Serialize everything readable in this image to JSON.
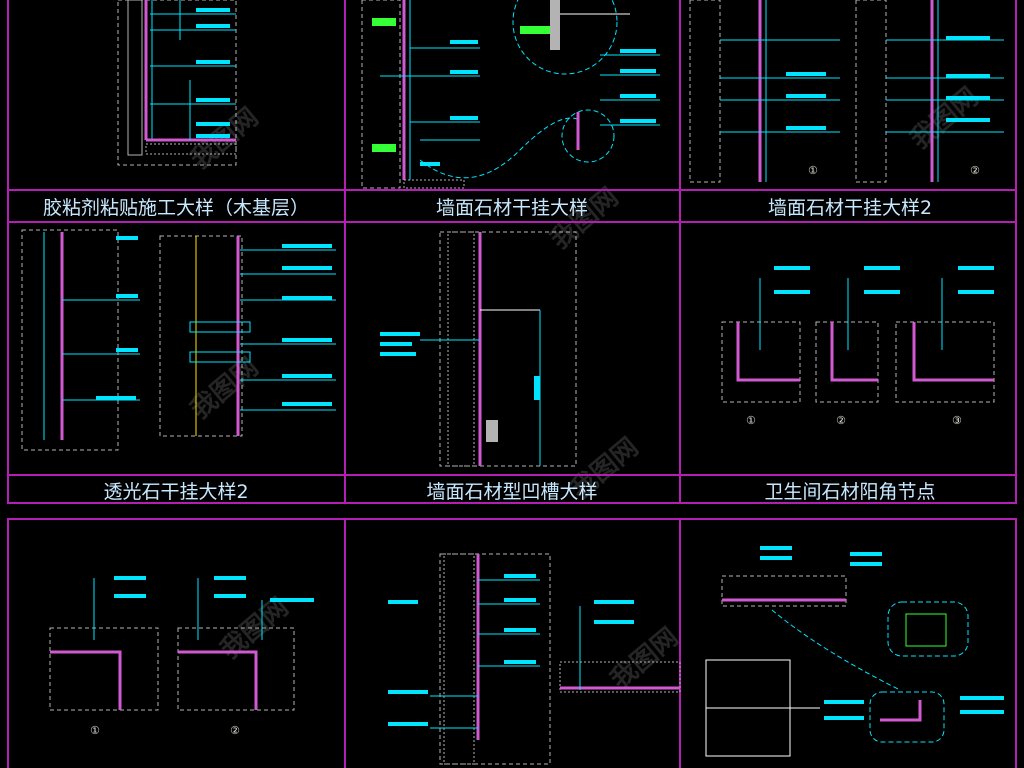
{
  "colors": {
    "background": "#000000",
    "frame": "#b21fb2",
    "leader": "#00e5ff",
    "wall_dash": "#b3b3b3",
    "stone": "#d15ad1",
    "title_text": "#c7e9ff",
    "anchor": "#ffffff",
    "accent_green": "#35ff35"
  },
  "panels": [
    {
      "title": "胶粘剂粘贴施工大样（木基层）",
      "marks": []
    },
    {
      "title": "墙面石材干挂大样",
      "marks": []
    },
    {
      "title": "墙面石材干挂大样2",
      "marks": [
        "①",
        "②"
      ]
    },
    {
      "title": "透光石干挂大样2",
      "marks": []
    },
    {
      "title": "墙面石材型凹槽大样",
      "marks": []
    },
    {
      "title": "卫生间石材阳角节点",
      "marks": [
        "①",
        "②",
        "③"
      ]
    },
    {
      "title": "",
      "marks": [
        "①",
        "②"
      ]
    },
    {
      "title": "",
      "marks": []
    },
    {
      "title": "",
      "marks": []
    }
  ]
}
